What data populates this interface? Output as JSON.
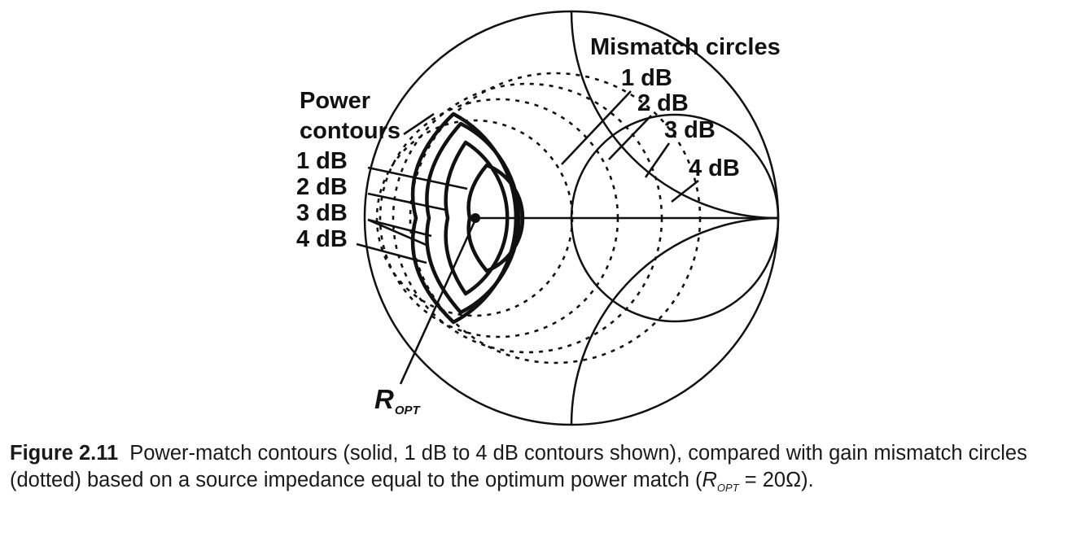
{
  "labels": {
    "mismatch_title": "Mismatch circles",
    "power_title_1": "Power",
    "power_title_2": "contours",
    "power": [
      "1 dB",
      "2 dB",
      "3 dB",
      "4 dB"
    ],
    "mismatch": [
      "1 dB",
      "2 dB",
      "3 dB",
      "4 dB"
    ],
    "r_opt_main": "R",
    "r_opt_sub": "OPT"
  },
  "caption": {
    "figure_label": "Figure 2.11",
    "text_1": "Power-match contours (solid, 1 dB to 4 dB contours shown), compared with gain mismatch circles (dotted) based on a source impedance equal to the optimum power match (",
    "r_main": "R",
    "r_sub": "OPT",
    "text_2": " = 20Ω)."
  },
  "colors": {
    "line": "#111111",
    "text": "#1a1a1a",
    "background": "#ffffff"
  }
}
